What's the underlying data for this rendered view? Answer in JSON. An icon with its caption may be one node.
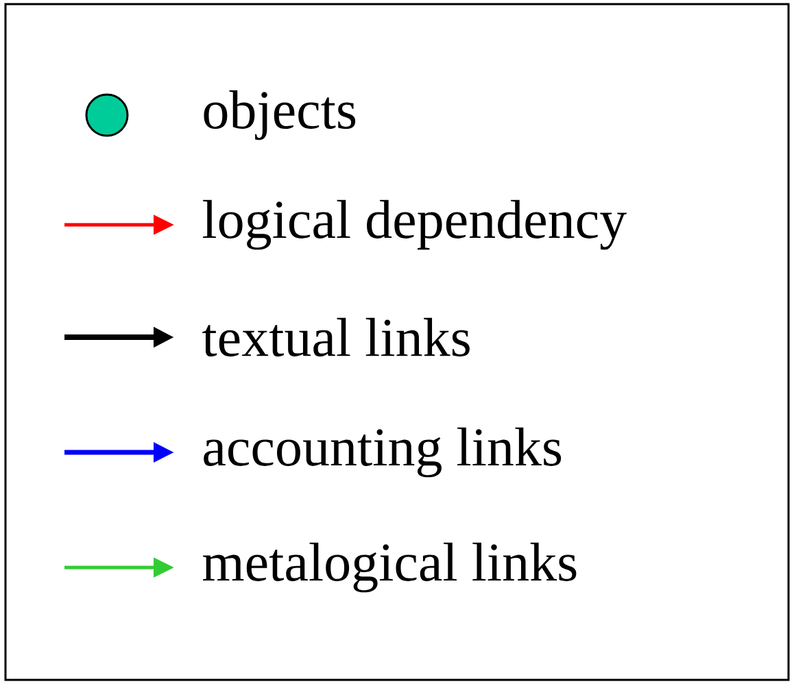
{
  "diagram": {
    "legend": [
      {
        "text": "objects",
        "color": "#00cc99"
      },
      {
        "text": "logical dependency",
        "color": "#ff0000"
      },
      {
        "text": "textual links",
        "color": "#000000"
      },
      {
        "text": "accounting links",
        "color": "#0000ff"
      },
      {
        "text": "metalogical links",
        "color": "#33cc33"
      }
    ]
  }
}
